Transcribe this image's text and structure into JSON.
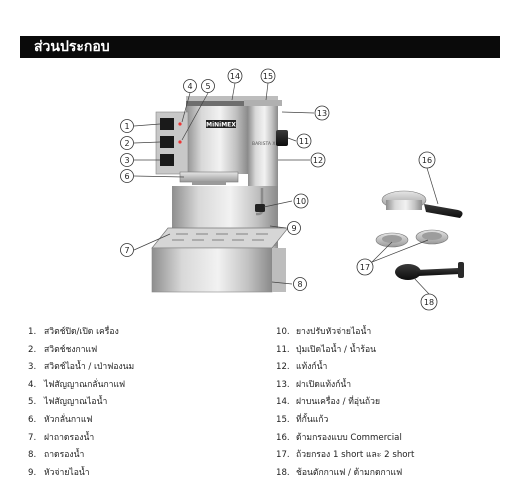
{
  "header": {
    "title": "ส่วนประกอบ"
  },
  "machine": {
    "brand": "MiNiMEX",
    "model": "BARISTA X"
  },
  "callouts": [
    "1",
    "2",
    "3",
    "4",
    "5",
    "6",
    "7",
    "8",
    "9",
    "10",
    "11",
    "12",
    "13",
    "14",
    "15",
    "16",
    "17",
    "18"
  ],
  "parts_left": [
    {
      "num": "1.",
      "text": "สวิตช์ปิด/เปิด เครื่อง"
    },
    {
      "num": "2.",
      "text": "สวิตช์ชงกาแฟ"
    },
    {
      "num": "3.",
      "text": "สวิตช์ไอน้ำ / เป่าฟองนม"
    },
    {
      "num": "4.",
      "text": "ไฟสัญญาณกลั่นกาแฟ"
    },
    {
      "num": "5.",
      "text": "ไฟสัญญาณไอน้ำ"
    },
    {
      "num": "6.",
      "text": "หัวกลั่นกาแฟ"
    },
    {
      "num": "7.",
      "text": "ฝาถาดรองน้ำ"
    },
    {
      "num": "8.",
      "text": "ถาดรองน้ำ"
    },
    {
      "num": "9.",
      "text": "หัวจ่ายไอน้ำ"
    }
  ],
  "parts_right": [
    {
      "num": "10.",
      "text": "ยางปรับหัวจ่ายไอน้ำ"
    },
    {
      "num": "11.",
      "text": "ปุ่มเปิดไอน้ำ / น้ำร้อน"
    },
    {
      "num": "12.",
      "text": "แท้งก์น้ำ"
    },
    {
      "num": "13.",
      "text": "ฝาเปิดแท้งก์น้ำ"
    },
    {
      "num": "14.",
      "text": "ฝาบนเครื่อง / ที่อุ่นถ้วย"
    },
    {
      "num": "15.",
      "text": "ที่กั้นแก้ว"
    },
    {
      "num": "16.",
      "text": "ด้ามกรองแบบ Commercial"
    },
    {
      "num": "17.",
      "text": "ถ้วยกรอง 1 short และ 2 short"
    },
    {
      "num": "18.",
      "text": "ช้อนตักกาแฟ / ด้ามกดกาแฟ"
    }
  ]
}
